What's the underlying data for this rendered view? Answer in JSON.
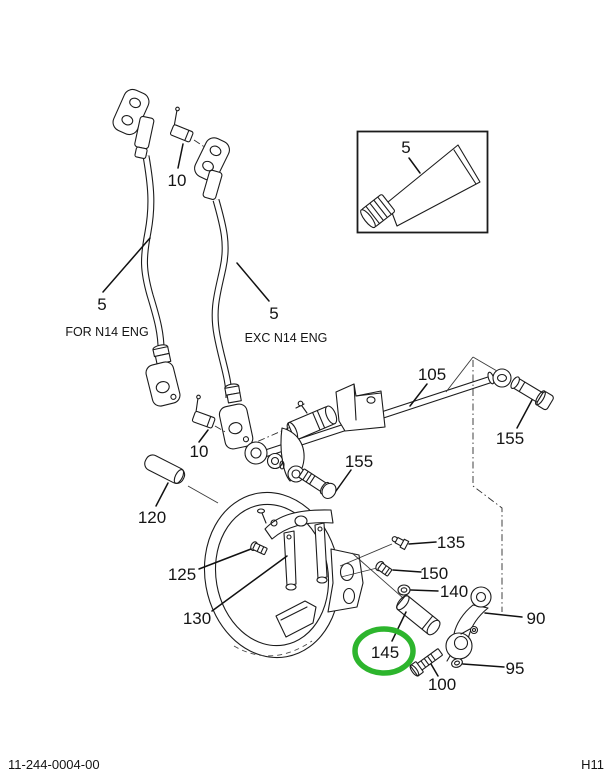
{
  "page": {
    "footer_left": "11-244-0004-00",
    "footer_right": "H11"
  },
  "diagram": {
    "captions": {
      "for_n14": "FOR N14 ENG",
      "exc_n14": "EXC N14 ENG"
    },
    "highlight": {
      "color": "#2db52d",
      "target_part": "145"
    },
    "callouts": [
      {
        "id": "rod-5-left",
        "text": "5"
      },
      {
        "id": "pin-10-upper",
        "text": "10"
      },
      {
        "id": "rod-5-right",
        "text": "5"
      },
      {
        "id": "tube-5",
        "text": "5"
      },
      {
        "id": "pin-10-lower",
        "text": "10"
      },
      {
        "id": "rod-105",
        "text": "105"
      },
      {
        "id": "bolt-155-right",
        "text": "155"
      },
      {
        "id": "bolt-155-center",
        "text": "155"
      },
      {
        "id": "pin-120",
        "text": "120"
      },
      {
        "id": "screw-125",
        "text": "125"
      },
      {
        "id": "fork-130",
        "text": "130"
      },
      {
        "id": "fitting-135",
        "text": "135"
      },
      {
        "id": "screw-150",
        "text": "150"
      },
      {
        "id": "nut-140",
        "text": "140"
      },
      {
        "id": "lever-90",
        "text": "90"
      },
      {
        "id": "pin-145",
        "text": "145"
      },
      {
        "id": "nut-95",
        "text": "95"
      },
      {
        "id": "bolt-100",
        "text": "100"
      }
    ]
  }
}
